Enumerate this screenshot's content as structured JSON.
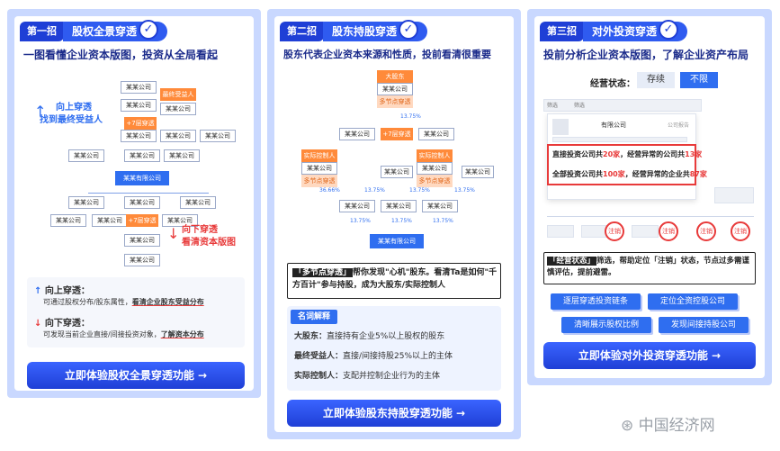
{
  "panel1": {
    "tag": "第一招",
    "title": "股权全景穿透",
    "subtitle": "一图看懂企业资本版图，投资从全局看起",
    "node": "某某公司",
    "shareholder_node": "某某有限公司",
    "orange_node": "+7层穿透",
    "final_beneficiary": "最终受益人",
    "up_label": "向上穿透",
    "up_sub": "找到最终受益人",
    "down_label": "向下穿透",
    "down_sub": "看清资本版图",
    "note1_title": "向上穿透：",
    "note1_text": "可通过股权分布/股东属性，",
    "note1_hl": "看清企业股东受益分布",
    "note2_title": "向下穿透：",
    "note2_text": "可发现当前企业直接/间接投资对象，",
    "note2_hl": "了解资本分布",
    "cta": "立即体验股权全景穿透功能 →"
  },
  "panel2": {
    "tag": "第二招",
    "title": "股东持股穿透",
    "subtitle": "股东代表企业资本来源和性质，投前看清很重要",
    "big_holder": "大股东",
    "multi_node": "多节点穿透",
    "actual_controller": "实际控制人",
    "node": "某某公司",
    "company": "某某有限公司",
    "orange_node": "+7层穿透",
    "pct1": "13.75%",
    "pct2": "36.66%",
    "tip_chip": "「多节点穿透」",
    "tip_text": "帮你发现\"心机\"股东。看清Ta是如何\"千方百计\"参与持股，成为大股东/实际控制人",
    "glossary_title": "名词解释",
    "g1_k": "大股东：",
    "g1_v": "直接持有企业5%以上股权的股东",
    "g2_k": "最终受益人：",
    "g2_v": "直接/间接持股25%以上的主体",
    "g3_k": "实际控制人：",
    "g3_v": "支配并控制企业行为的主体",
    "cta": "立即体验股东持股穿透功能 →"
  },
  "panel3": {
    "tag": "第三招",
    "title": "对外投资穿透",
    "subtitle": "投前分析企业资本版图，了解企业资产布局",
    "status_label": "经营状态：",
    "opt1": "存续",
    "opt2": "不限",
    "filter1": "筛选",
    "filter2": "筛选",
    "company": "有限公司",
    "report": "公司报告",
    "stat1_a": "直接投资公司共",
    "stat1_n1": "20家",
    "stat1_b": "，经营异常的公司共",
    "stat1_n2": "13家",
    "stat2_a": "全部投资公司共",
    "stat2_n1": "100家",
    "stat2_b": "，经营异常的企业共",
    "stat2_n2": "87家",
    "revoked": "注销",
    "status_chip": "「经营状态」",
    "desc": "筛选，帮助定位「注销」状态，节点过多需谨慎评估，提前避雷。",
    "btn1": "逐层穿透投资链条",
    "btn2": "定位全资控股公司",
    "btn3": "清晰展示股权比例",
    "btn4": "发现间接持股公司",
    "cta": "立即体验对外投资穿透功能 →"
  },
  "watermark": "中国经济网"
}
